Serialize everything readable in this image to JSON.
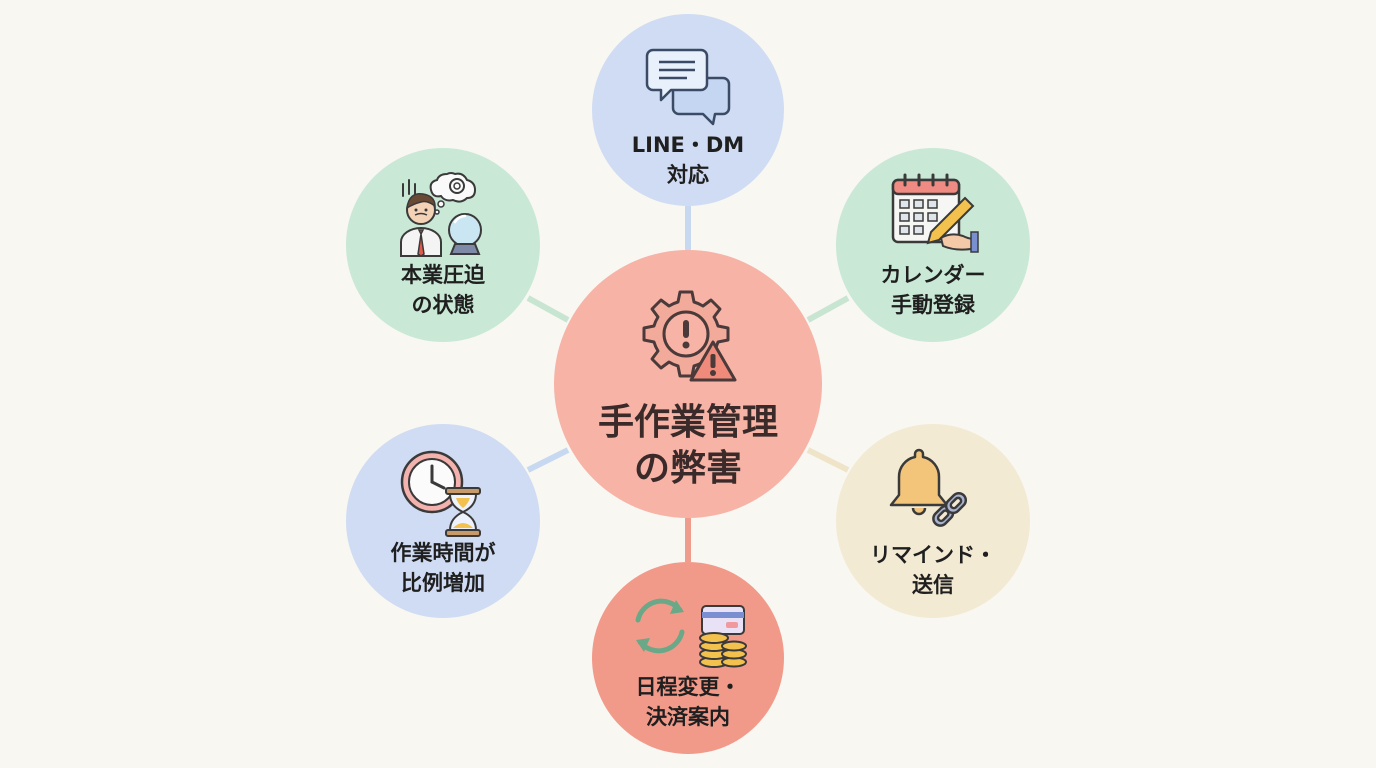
{
  "center": {
    "line1": "手作業管理",
    "line2": "の弊害",
    "icon": "gear-warning-icon"
  },
  "nodes": [
    {
      "id": "line-dm",
      "line1": "LINE・DM",
      "line2": "対応",
      "icon": "chat-bubbles-icon"
    },
    {
      "id": "calendar",
      "line1": "カレンダー",
      "line2": "手動登録",
      "icon": "calendar-pencil-icon"
    },
    {
      "id": "reminder",
      "line1": "リマインド・",
      "line2": "送信",
      "icon": "bell-link-icon"
    },
    {
      "id": "reschedule",
      "line1": "日程変更・",
      "line2": "決済案内",
      "icon": "refresh-coins-card-icon"
    },
    {
      "id": "time",
      "line1": "作業時間が",
      "line2": "比例増加",
      "icon": "clock-hourglass-icon"
    },
    {
      "id": "pressure",
      "line1": "本業圧迫",
      "line2": "の状態",
      "icon": "stressed-person-icon"
    }
  ],
  "colors": {
    "background": "#f8f7f2",
    "center_fill": "#f7b3a5",
    "blue_fill": "#cfdcf3",
    "green_fill": "#c9e8d6",
    "cream_fill": "#f3ead4",
    "red_fill": "#f29a8a"
  }
}
